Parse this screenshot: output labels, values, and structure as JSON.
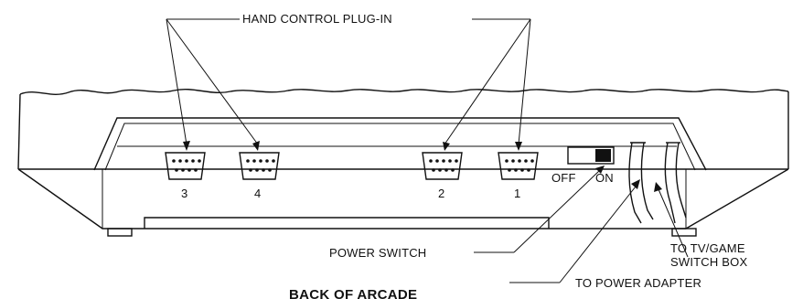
{
  "diagram": {
    "title": "BACK OF ARCADE",
    "labels": {
      "hand_control": "HAND CONTROL PLUG-IN",
      "power_switch": "POWER SWITCH",
      "to_tv_line1": "TO TV/GAME",
      "to_tv_line2": "SWITCH BOX",
      "to_power": "TO POWER ADAPTER",
      "off": "OFF",
      "on": "ON"
    },
    "ports": [
      {
        "number": "3"
      },
      {
        "number": "4"
      },
      {
        "number": "2"
      },
      {
        "number": "1"
      }
    ]
  }
}
